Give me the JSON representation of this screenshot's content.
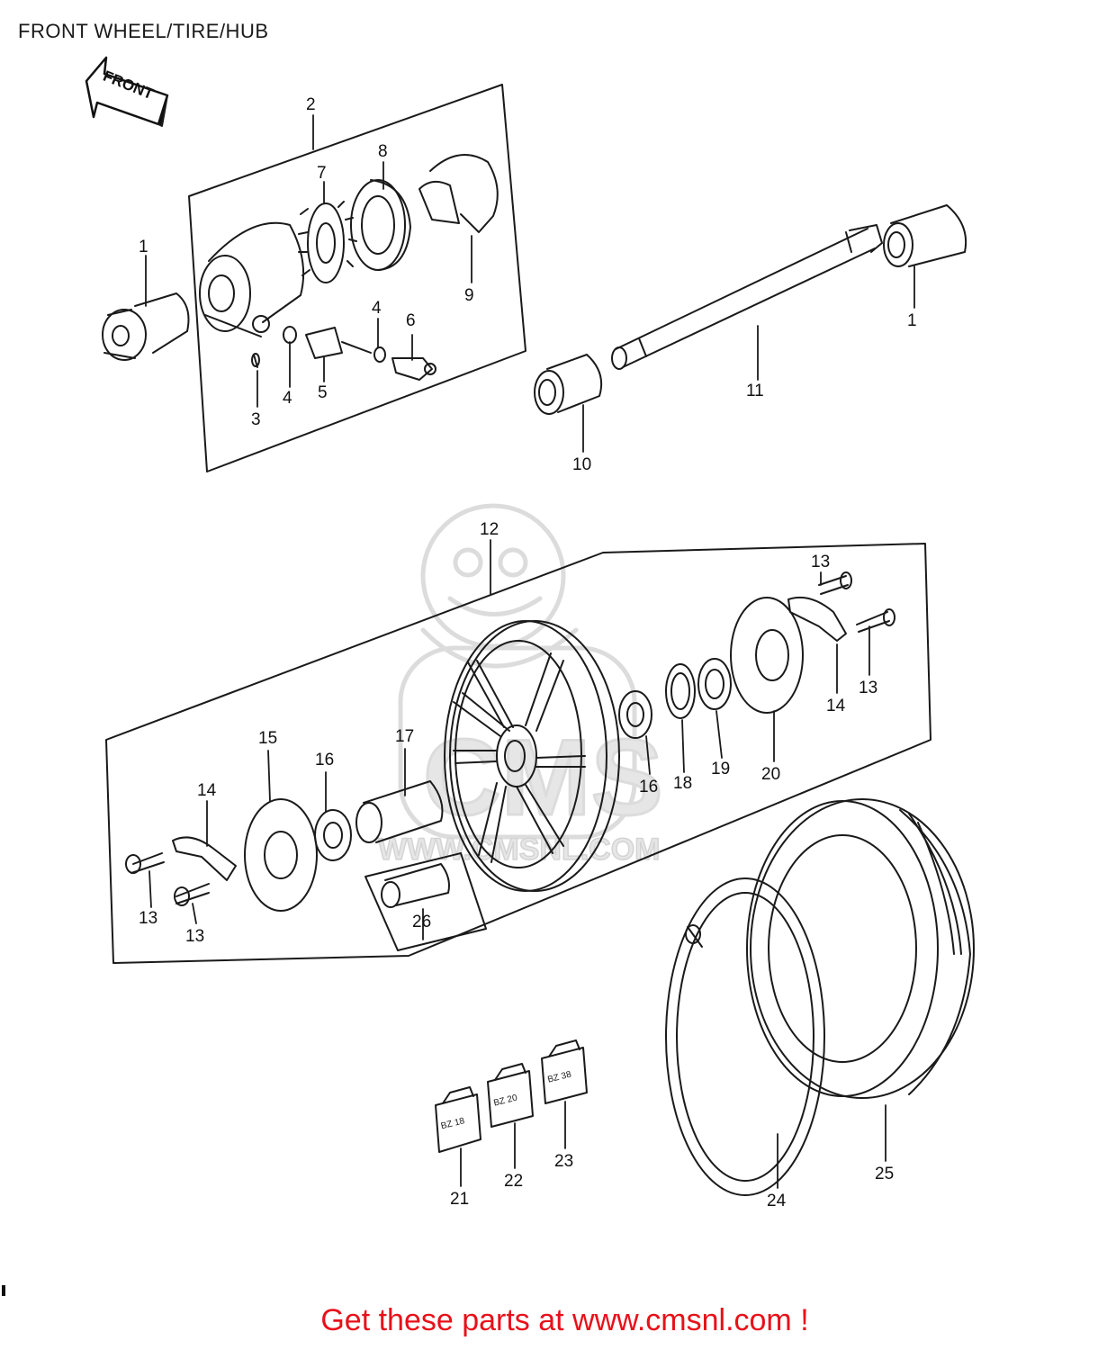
{
  "title": "FRONT WHEEL/TIRE/HUB",
  "front_arrow_label": "FRONT",
  "watermark": {
    "brand": "CMS",
    "url": "WWW.CMSNL.COM"
  },
  "footer": "Get these parts at www.cmsnl.com !",
  "tags": [
    {
      "label": "21",
      "text": "BZ 18"
    },
    {
      "label": "22",
      "text": "BZ 20"
    },
    {
      "label": "23",
      "text": "BZ 38"
    }
  ],
  "callouts": [
    "1",
    "2",
    "7",
    "8",
    "9",
    "1",
    "4",
    "6",
    "3",
    "4",
    "5",
    "11",
    "10",
    "12",
    "13",
    "13",
    "14",
    "15",
    "17",
    "16",
    "14",
    "16",
    "18",
    "19",
    "20",
    "13",
    "13",
    "26",
    "21",
    "22",
    "23",
    "24",
    "25"
  ],
  "colors": {
    "line": "#1a1a1a",
    "footer": "#e8101a",
    "watermark": "#dcdcdc",
    "background": "#ffffff"
  }
}
